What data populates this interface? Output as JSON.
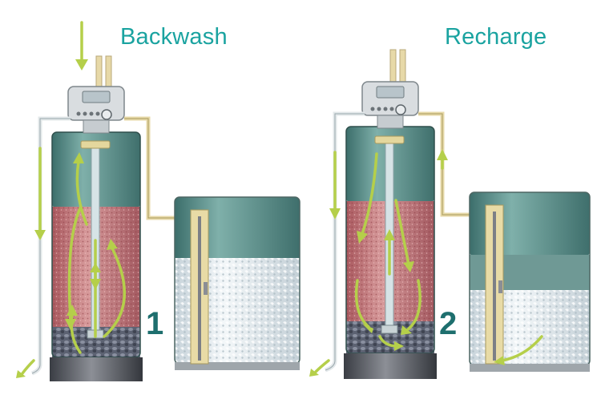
{
  "panels": [
    {
      "title": "Backwash",
      "step": "1"
    },
    {
      "title": "Recharge",
      "step": "2"
    }
  ],
  "colors": {
    "title": "#1aa3a0",
    "step_number": "#1e6f6e",
    "arrow": "#b5cf4a",
    "tank_top": "#4f8a86",
    "resin": "#c97f82",
    "gravel": "#5c6272",
    "pipe": "#e7d9a8",
    "salt": "#dfe6ea"
  }
}
